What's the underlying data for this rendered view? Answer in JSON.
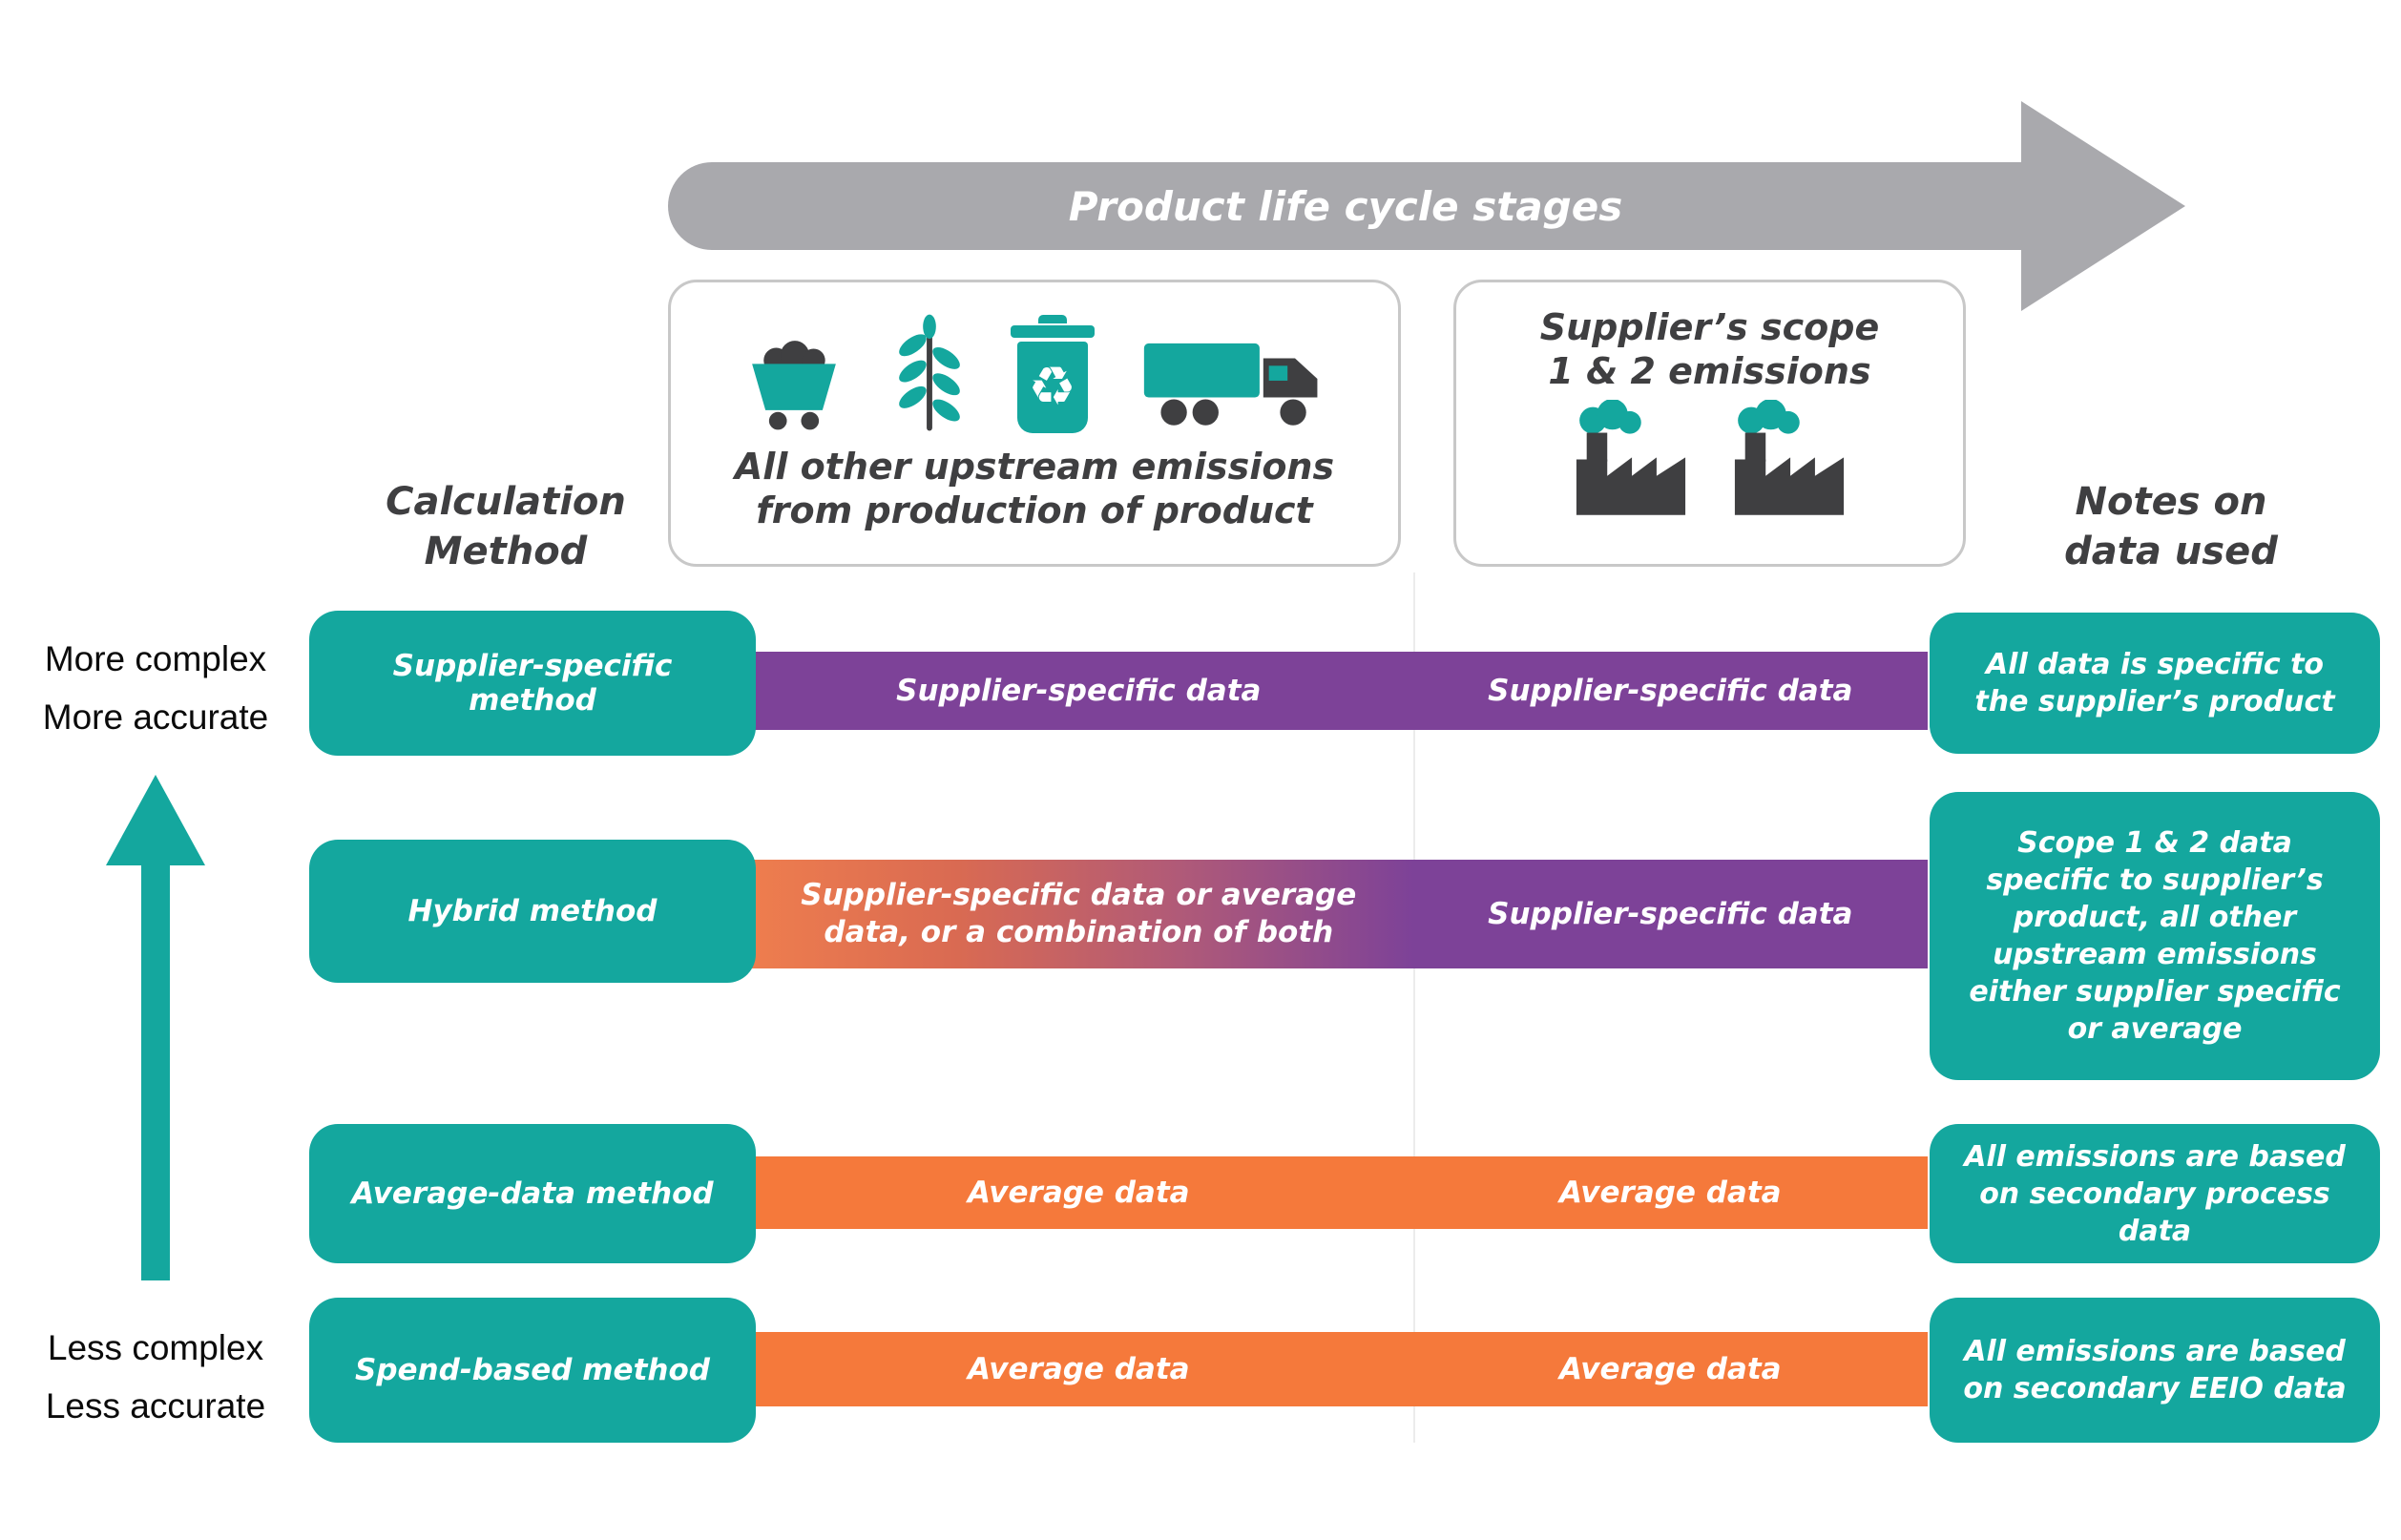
{
  "colors": {
    "teal": "#14a79e",
    "purple": "#7d4298",
    "orange": "#f5793b",
    "gray_arrow": "#a9a9ad",
    "dark_icon": "#3f3f41"
  },
  "header": {
    "arrow_label": "Product life cycle stages",
    "calc_method_line1": "Calculation",
    "calc_method_line2": "Method",
    "notes_line1": "Notes on",
    "notes_line2": "data used",
    "upstream_caption_line1": "All other upstream emissions",
    "upstream_caption_line2": "from production of product",
    "scope_caption_line1": "Supplier’s scope",
    "scope_caption_line2": "1 & 2 emissions"
  },
  "axis": {
    "more_line1": "More complex",
    "more_line2": "More accurate",
    "less_line1": "Less complex",
    "less_line2": "Less accurate"
  },
  "icons": {
    "recycle_glyph": "♻"
  },
  "rows": [
    {
      "method": "Supplier-specific method",
      "upstream_cell": "Supplier-specific data",
      "scope_cell": "Supplier-specific data",
      "note": "All data is specific to the supplier’s product"
    },
    {
      "method": "Hybrid method",
      "upstream_cell": "Supplier-specific data or average data, or a combination of both",
      "scope_cell": "Supplier-specific data",
      "note": "Scope 1 & 2 data specific to supplier’s product, all other upstream emissions either supplier specific or average"
    },
    {
      "method": "Average-data method",
      "upstream_cell": "Average data",
      "scope_cell": "Average data",
      "note": "All emissions are based on secondary process data"
    },
    {
      "method": "Spend-based method",
      "upstream_cell": "Average data",
      "scope_cell": "Average data",
      "note": "All emissions are based on secondary EEIO data"
    }
  ]
}
